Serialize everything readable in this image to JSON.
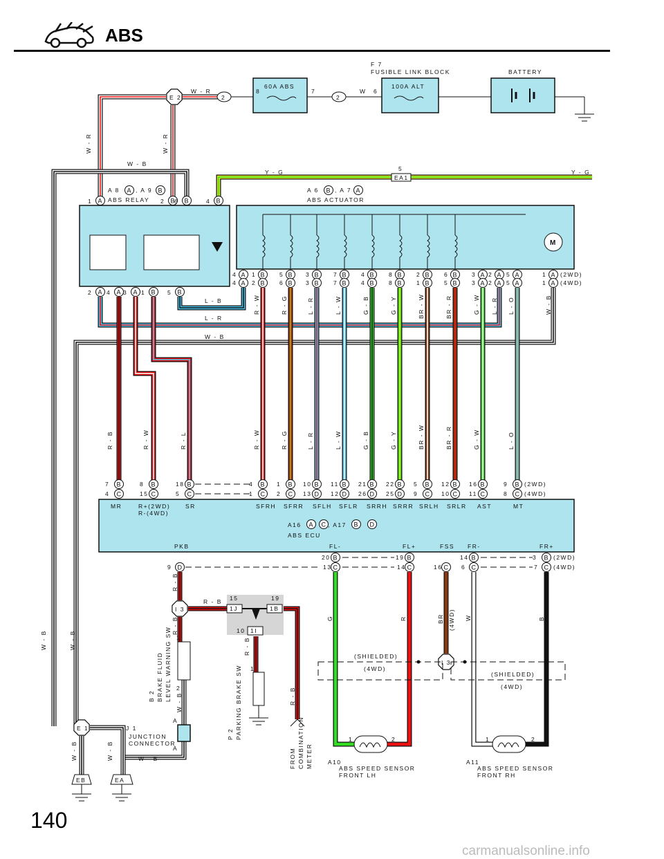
{
  "header": {
    "title": "ABS"
  },
  "page_number": "140",
  "watermark": "carmanualsonline.info",
  "colors": {
    "panel": "#aee4ee",
    "W_R": "#ee3333",
    "R": "#ee1111",
    "L": "#49c8f2",
    "G": "#33dd22",
    "Y": "#e8e820",
    "BR": "#8a3a10",
    "B": "#111111",
    "W": "#ffffff",
    "O": "#f0a030",
    "shade": "#d6d6d6"
  },
  "power": {
    "fusible": {
      "code": "F 7",
      "name": "FUSIBLE LINK BLOCK"
    },
    "battery": "BATTERY",
    "fuse_abs": "60A ABS",
    "fuse_alt": "100A ALT",
    "pin8": "8",
    "pin7": "7",
    "pin6": "6",
    "conn2": "2",
    "wire_wr": "W - R",
    "wire_w": "W"
  },
  "e2": "E 2",
  "ea1": {
    "pin": "5",
    "label": "EA1",
    "wire": "Y - G"
  },
  "relay": {
    "title1": "A 8",
    "a": "A",
    "title2": ", A 9",
    "b": "B",
    "name": "ABS RELAY",
    "top_pins": [
      "1",
      "2",
      "6",
      "4"
    ],
    "top_conn": [
      "A",
      "B",
      "B",
      "B"
    ],
    "bot_pins": [
      "2",
      "4",
      "3",
      "1",
      "5"
    ],
    "bot_conn": [
      "A",
      "A",
      "A",
      "B",
      "B"
    ]
  },
  "actuator": {
    "title1": "A 6",
    "b": "B",
    "title2": ", A 7",
    "a": "A",
    "name": "ABS ACTUATOR",
    "row1": [
      "4",
      "1",
      "5",
      "3",
      "7",
      "4",
      "8",
      "2",
      "6",
      "3",
      "2",
      "5",
      "1"
    ],
    "row2": [
      "4",
      "2",
      "6",
      "3",
      "7",
      "4",
      "8",
      "1",
      "5",
      "3",
      "2",
      "5",
      "1"
    ],
    "conn": [
      "A",
      "B",
      "B",
      "B",
      "B",
      "B",
      "B",
      "B",
      "B",
      "A",
      "A",
      "A",
      "A"
    ],
    "tag_2wd": "(2WD)",
    "tag_4wd": "(4WD)",
    "motor": "M"
  },
  "wires_mid": [
    "W - R",
    "W - R",
    "W - B",
    "L - B",
    "L - R",
    "W - B"
  ],
  "act_wires": [
    "R - W",
    "R - G",
    "L - R",
    "L - W",
    "G - B",
    "G - Y",
    "BR - W",
    "BR - R",
    "G - W",
    "L - R",
    "L - O",
    "W - B"
  ],
  "low_wires": [
    "R - B",
    "R - W",
    "R - L",
    "R - W",
    "R - G",
    "L - R",
    "L - W",
    "G - B",
    "G - Y",
    "BR - W",
    "BR - R",
    "G - W",
    "L - O"
  ],
  "ecu": {
    "row1": [
      "7",
      "8",
      "18",
      "4",
      "1",
      "10",
      "11",
      "21",
      "22",
      "5",
      "12",
      "16",
      "9"
    ],
    "row1c": [
      "B",
      "B",
      "B",
      "B",
      "B",
      "B",
      "B",
      "B",
      "B",
      "B",
      "B",
      "B",
      "B"
    ],
    "row2": [
      "4",
      "15",
      "5",
      "1",
      "2",
      "13",
      "12",
      "26",
      "25",
      "9",
      "10",
      "11",
      "8"
    ],
    "row2c": [
      "C",
      "C",
      "C",
      "C",
      "C",
      "D",
      "D",
      "D",
      "D",
      "C",
      "C",
      "C",
      "C"
    ],
    "labels": [
      "MR",
      "R+(2WD)",
      "R-(4WD)",
      "SR",
      "SFRH",
      "SFRR",
      "SFLH",
      "SFLR",
      "SRRH",
      "SRRR",
      "SRLH",
      "SRLR",
      "AST",
      "MT"
    ],
    "title": "A16",
    "c1": "A",
    "c2": "C",
    "title2": ", A17",
    "c3": "B",
    "c4": "D",
    "name": "ABS ECU",
    "bottom_labels": [
      "PKB",
      "FL-",
      "FL+",
      "FSS",
      "FR-",
      "FR+"
    ],
    "b_row1": [
      "20",
      "19",
      "14",
      "3"
    ],
    "b_row2": [
      "9",
      "13",
      "14",
      "16",
      "6",
      "7"
    ],
    "b_conn2": [
      "D",
      "C",
      "C",
      "C",
      "C",
      "C"
    ]
  },
  "lower": {
    "i3": "I 3",
    "i3_b": "I 3",
    "jb": {
      "n15": "15",
      "n19": "19",
      "c1": "1J",
      "c2": "1B",
      "n10": "10",
      "c3": "1I"
    },
    "b2_code": "B 2",
    "b2_name1": "BRAKE FLUID",
    "b2_name2": "LEVEL WARNING SW",
    "p2_code": "P 2",
    "p2_name": "PARKING BRAKE SW",
    "from1": "FROM",
    "from2": "COMBINATION",
    "from3": "METER",
    "e1": "E 1",
    "j1_code": "J 1",
    "j1_name1": "JUNCTION",
    "j1_name2": "CONNECTOR",
    "eb": "EB",
    "ea": "EA",
    "shielded": "(SHIELDED)",
    "fwd": "(4WD)",
    "a10_code": "A10",
    "a10_name1": "ABS SPEED SENSOR",
    "a10_name2": "FRONT LH",
    "a11_code": "A11",
    "a11_name1": "ABS SPEED SENSOR",
    "a11_name2": "FRONT RH",
    "wire_g": "G",
    "wire_r": "R",
    "wire_br": "BR",
    "wire_br4": "(4WD)",
    "wire_w": "W",
    "wire_b": "B",
    "wire_rb": "R - B",
    "wire_wb": "W - B",
    "pin1": "1",
    "pin2": "2",
    "pinA": "A"
  }
}
